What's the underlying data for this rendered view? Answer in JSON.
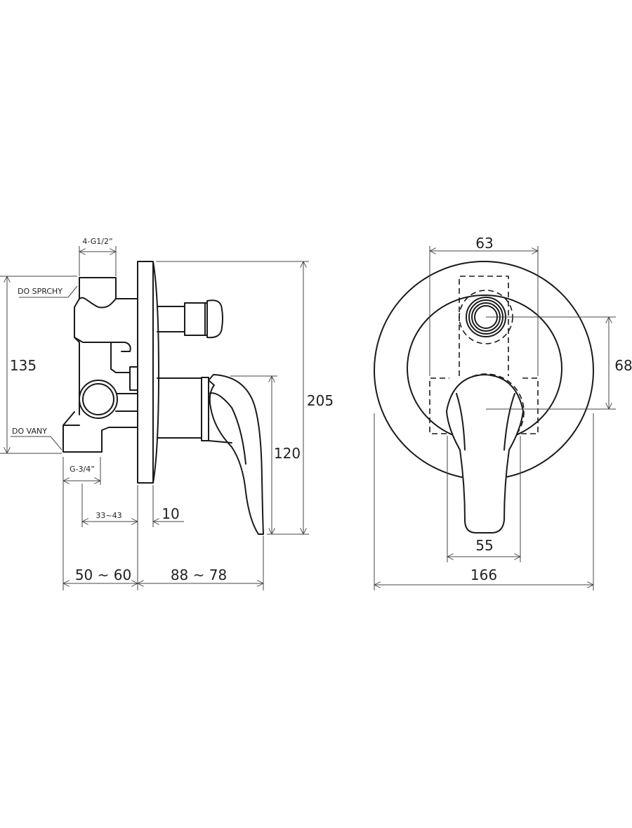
{
  "side_view": {
    "thread_top": "4-G1/2”",
    "label_shower": "DO SPRCHY",
    "label_bath": "DO VANY",
    "thread_bottom": "G-3/4”",
    "dim_height_body": "135",
    "dim_height_total": "205",
    "dim_lever_height": "120",
    "dim_range_inner": "33~43",
    "dim_plate": "10",
    "dim_depth_wall": "50 ~ 60",
    "dim_depth_front": "88 ~ 78"
  },
  "front_view": {
    "dim_box_width": "63",
    "dim_axis_spacing": "68",
    "dim_lever_width": "55",
    "dim_plate_diameter": "166"
  }
}
